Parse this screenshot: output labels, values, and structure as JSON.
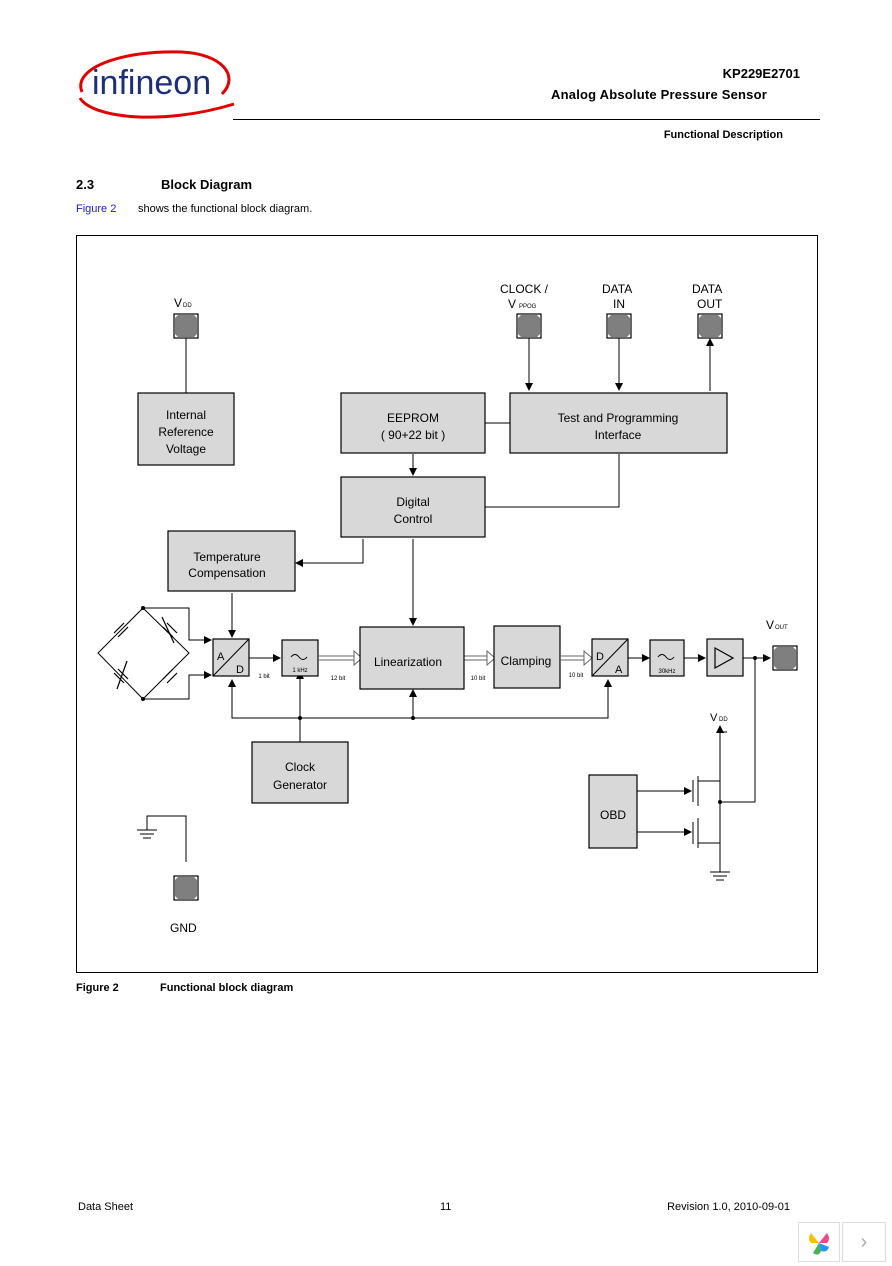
{
  "header": {
    "logo_text": "infineon",
    "doc_title": "KP229E2701",
    "doc_subtitle": "Analog Absolute Pressure Sensor",
    "chapter": "Functional Description"
  },
  "section": {
    "number": "2.3",
    "title": "Block Diagram",
    "intro_ref": "Figure 2",
    "intro_text": "shows the functional block diagram."
  },
  "diagram": {
    "pins": {
      "vdd": {
        "main": "V",
        "sub": "DD"
      },
      "clock_line1": "CLOCK /",
      "clock_line2": {
        "main": "V",
        "sub": "PPOG"
      },
      "data_in_line1": "DATA",
      "data_in_line2": "IN",
      "data_out_line1": "DATA",
      "data_out_line2": "OUT",
      "vout": {
        "main": "V",
        "sub": "OUT"
      },
      "gnd": "GND"
    },
    "blocks": {
      "internal_ref": [
        "Internal",
        "Reference",
        "Voltage"
      ],
      "eeprom": [
        "EEPROM",
        "( 90+22 bit )"
      ],
      "test_prog": [
        "Test and Programming",
        "Interface"
      ],
      "digital_control": [
        "Digital",
        "Control"
      ],
      "temp_comp": [
        "Temperature",
        "Compensation"
      ],
      "adc_a": "A",
      "adc_d": "D",
      "linearization": "Linearization",
      "clamping": "Clamping",
      "dac_d": "D",
      "dac_a": "A",
      "clock_gen": [
        "Clock",
        "Generator"
      ],
      "obd": "OBD",
      "obd_vdd": {
        "main": "V",
        "sub": "DD"
      }
    },
    "bus_labels": {
      "adc_out": "1 bit",
      "filter1": "1 kHz",
      "filter1_out": "12 bit",
      "lin_out": "10 bit",
      "clamp_out": "10 bit",
      "filter2": "30kHz"
    }
  },
  "caption": {
    "ref": "Figure 2",
    "text": "Functional block diagram"
  },
  "footer": {
    "left": "Data Sheet",
    "page": "11",
    "right": "Revision 1.0, 2010-09-01"
  },
  "colors": {
    "block_fill": "#d8d8d8",
    "pin_fill": "#7f7f7f",
    "link_blue": "#1a1ad0",
    "logo_red": "#e30000",
    "logo_blue": "#1d2f7a"
  }
}
